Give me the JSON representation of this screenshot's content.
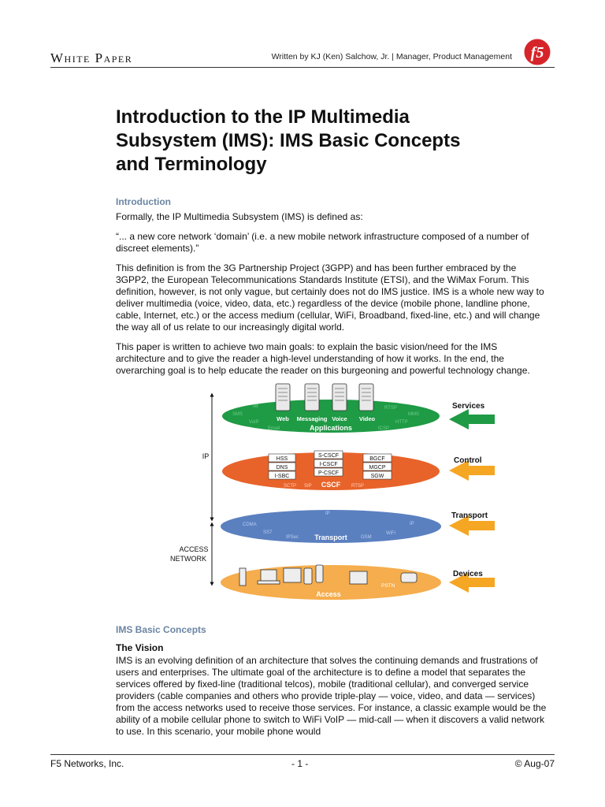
{
  "header": {
    "label": "White Paper",
    "author": "Written by KJ (Ken) Salchow, Jr. | Manager, Product Management",
    "logo_text": "f5",
    "logo_color": "#d6252a"
  },
  "title": {
    "line1": "Introduction to the IP Multimedia",
    "line2": "Subsystem (IMS): IMS Basic Concepts",
    "line3": "and Terminology"
  },
  "sections": {
    "intro_heading": "Introduction",
    "intro_p1": "Formally, the IP Multimedia Subsystem (IMS) is defined as:",
    "intro_quote": "“... a new core network ‘domain’ (i.e. a new mobile network infrastructure composed of a number of discreet elements).”",
    "intro_p2": "This definition is from the 3G Partnership Project (3GPP) and has been further embraced by the 3GPP2, the European Telecommunications Standards Institute (ETSI), and the WiMax Forum. This definition, however, is not only vague, but certainly does not do IMS justice. IMS is a whole new way to deliver multimedia (voice, video, data, etc.) regardless of the device (mobile phone, landline phone, cable, Internet, etc.) or the access medium (cellular, WiFi, Broadband, fixed-line, etc.) and will change the way all of us relate to our increasingly digital world.",
    "intro_p3": "This paper is written to achieve two main goals: to explain the basic vision/need for the IMS architecture and to give the reader a high-level understanding of how it works. In the end, the overarching goal is to help educate the reader on this burgeoning and powerful technology change.",
    "basic_heading": "IMS Basic Concepts",
    "vision_heading": "The Vision",
    "vision_p1": "IMS is an evolving definition of an architecture that solves the continuing demands and frustrations of users and enterprises. The ultimate goal of the architecture is to define a model that separates the services offered by fixed-line (traditional telcos), mobile (traditional cellular), and converged service providers (cable companies and others who provide triple-play — voice, video, and data — services)  from the access networks used to receive those services. For instance, a classic example would be the ability of a mobile cellular phone to switch to WiFi VoIP — mid-call — when it discovers a valid network to use. In this scenario, your mobile phone would"
  },
  "diagram": {
    "axis_ip": "IP",
    "axis_access_1": "ACCESS",
    "axis_access_2": "NETWORK",
    "layers": {
      "services": {
        "arrow_label": "Services",
        "layer_label": "Applications",
        "color": "#1f9a45",
        "servers": [
          "Web",
          "Messaging",
          "Voice",
          "Video"
        ],
        "protocols": [
          "SMS",
          "IM",
          "RTSP",
          "MMS",
          "VoIP",
          "HTTP",
          "Email",
          "ICSP"
        ]
      },
      "control": {
        "arrow_label": "Control",
        "layer_label": "CSCF",
        "color": "#e8632a",
        "left_boxes": [
          "HSS",
          "DNS",
          "I-SBC"
        ],
        "center_boxes": [
          "S-CSCF",
          "I-CSCF",
          "P-CSCF"
        ],
        "right_boxes": [
          "BGCF",
          "MGCP",
          "SGW"
        ],
        "protocols": [
          "SCTP",
          "SIP",
          "RTSP"
        ]
      },
      "transport": {
        "arrow_label": "Transport",
        "layer_label": "Transport",
        "color": "#5b80c0",
        "protocols": [
          "IP",
          "CDMA",
          "SS7",
          "IPSec",
          "GSM",
          "IP",
          "WiFi"
        ]
      },
      "devices": {
        "arrow_label": "Devices",
        "layer_label": "Access",
        "color": "#f5ad4d",
        "protocols": [
          "PSTN"
        ]
      }
    },
    "arrow_color": "#f5a623"
  },
  "footer": {
    "company": "F5 Networks, Inc.",
    "page": "- 1 -",
    "date": "© Aug-07"
  }
}
